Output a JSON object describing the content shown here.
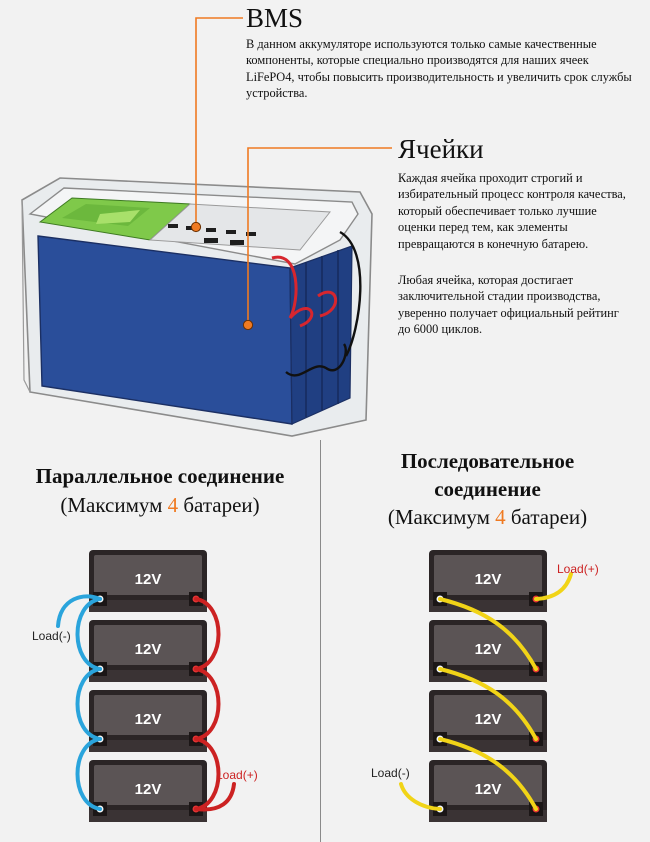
{
  "bms": {
    "title": "BMS",
    "text": "В данном аккумуляторе используются только самые качественные компоненты, которые специально производятся для наших ячеек LiFePO4, чтобы повысить производительность и увеличить срок службы устройства."
  },
  "cells": {
    "title": "Ячейки",
    "text1": "Каждая ячейка проходит строгий и избирательный процесс контроля качества, который обеспечивает только лучшие оценки перед тем, как элементы превращаются в конечную батарею.",
    "text2": "Любая ячейка, которая достигает заключительной стадии производства, уверенно получает официальный рейтинг до 6000 циклов."
  },
  "parallel": {
    "title": "Параллельное соединение",
    "sub_prefix": "(Максимум ",
    "sub_num": "4",
    "sub_suffix": " батареи)",
    "battery_label": "12V",
    "load_neg": "Load(-)",
    "load_pos": "Load(+)"
  },
  "series": {
    "title_line1": "Последовательное",
    "title_line2": "соединение",
    "sub_prefix": "(Максимум ",
    "sub_num": "4",
    "sub_suffix": " батареи)",
    "battery_label": "12V",
    "load_neg": "Load(-)",
    "load_pos": "Load(+)"
  },
  "colors": {
    "accent": "#ef7a22",
    "cable_negative": "#2aa4dc",
    "cable_positive": "#cc2222",
    "cable_series": "#f1d417",
    "battery_body": "#5a5352",
    "battery_frame": "#2a2424"
  }
}
